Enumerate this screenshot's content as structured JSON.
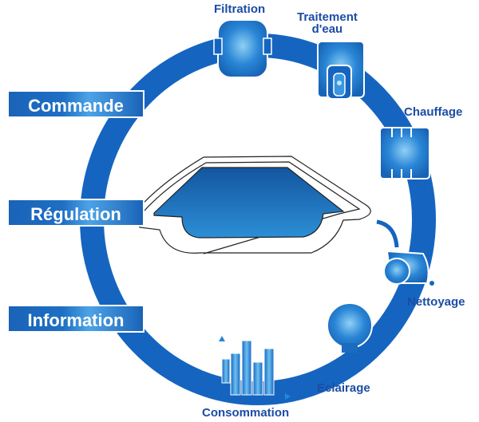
{
  "title": "Pool management cycle",
  "colors": {
    "ring": "#1565c0",
    "label_text": "#1b4ca6",
    "box_fill": "#1a63b8",
    "pool_water": "#1e72c4"
  },
  "left_boxes": [
    {
      "label": "Commande"
    },
    {
      "label": "Régulation"
    },
    {
      "label": "Information"
    }
  ],
  "nodes": [
    {
      "label": "Filtration",
      "icon": "filter-pump-icon"
    },
    {
      "label": "Traitement d'eau",
      "label_line1": "Traitement",
      "label_line2": "d'eau",
      "icon": "water-treatment-icon"
    },
    {
      "label": "Chauffage",
      "icon": "heater-icon"
    },
    {
      "label": "Nettoyage",
      "icon": "pool-robot-icon"
    },
    {
      "label": "Eclairage",
      "icon": "light-bulb-icon"
    },
    {
      "label": "Consommation",
      "icon": "bar-chart-icon"
    }
  ],
  "center": {
    "icon": "swimming-pool-icon"
  }
}
